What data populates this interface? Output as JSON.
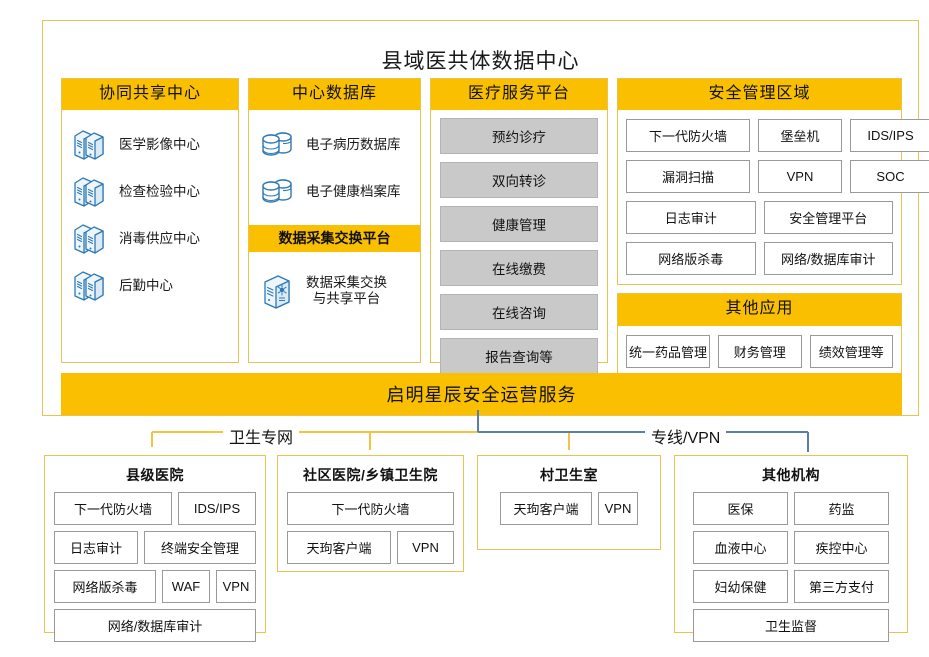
{
  "diagram": {
    "title": "县域医共体数据中心",
    "ops_bar": "启明星辰安全运营服务"
  },
  "columns": {
    "collab": {
      "header": "协同共享中心",
      "items": [
        {
          "icon": "server-stack-icon",
          "label": "医学影像中心"
        },
        {
          "icon": "server-stack-icon",
          "label": "检查检验中心"
        },
        {
          "icon": "server-stack-icon",
          "label": "消毒供应中心"
        },
        {
          "icon": "server-stack-icon",
          "label": "后勤中心"
        }
      ]
    },
    "central_db": {
      "header": "中心数据库",
      "items": [
        {
          "icon": "database-icon",
          "label": "电子病历数据库"
        },
        {
          "icon": "database-icon",
          "label": "电子健康档案库"
        }
      ],
      "sub_header": "数据采集交换平台",
      "sub_items": [
        {
          "icon": "data-exchange-server-icon",
          "label": "数据采集交换\n与共享平台"
        }
      ]
    },
    "service_platform": {
      "header": "医疗服务平台",
      "items": [
        "预约诊疗",
        "双向转诊",
        "健康管理",
        "在线缴费",
        "在线咨询",
        "报告查询等"
      ]
    },
    "security_zone": {
      "header": "安全管理区域",
      "rows": [
        [
          "下一代防火墙",
          "堡垒机",
          "IDS/IPS"
        ],
        [
          "漏洞扫描",
          "VPN",
          "SOC"
        ],
        [
          "日志审计",
          "安全管理平台"
        ],
        [
          "网络版杀毒",
          "网络/数据库审计"
        ]
      ]
    },
    "other_apps": {
      "header": "其他应用",
      "rows": [
        [
          "统一药品管理",
          "财务管理",
          "绩效管理等"
        ]
      ]
    }
  },
  "network_links": [
    {
      "label": "卫生专网",
      "color": "#F5C342"
    },
    {
      "label": "专线/VPN",
      "color": "#5B7FA6"
    }
  ],
  "institutions": [
    {
      "name": "县级医院",
      "rows": [
        [
          "下一代防火墙",
          "IDS/IPS"
        ],
        [
          "日志审计",
          "终端安全管理"
        ],
        [
          "网络版杀毒",
          "WAF",
          "VPN"
        ],
        [
          "网络/数据库审计"
        ]
      ]
    },
    {
      "name": "社区医院/乡镇卫生院",
      "rows": [
        [
          "下一代防火墙"
        ],
        [
          "天玽客户端",
          "VPN"
        ]
      ]
    },
    {
      "name": "村卫生室",
      "rows": [
        [
          "天玽客户端",
          "VPN"
        ]
      ]
    },
    {
      "name": "其他机构",
      "rows": [
        [
          "医保",
          "药监"
        ],
        [
          "血液中心",
          "疾控中心"
        ],
        [
          "妇幼保健",
          "第三方支付"
        ],
        [
          "卫生监督"
        ]
      ]
    }
  ],
  "colors": {
    "accent_orange": "#FAC000",
    "border_gold": "#E8C44E",
    "grey_button": "#C9C9C9",
    "icon_blue": "#2E79B5",
    "link_blue": "#5B7FA6"
  }
}
